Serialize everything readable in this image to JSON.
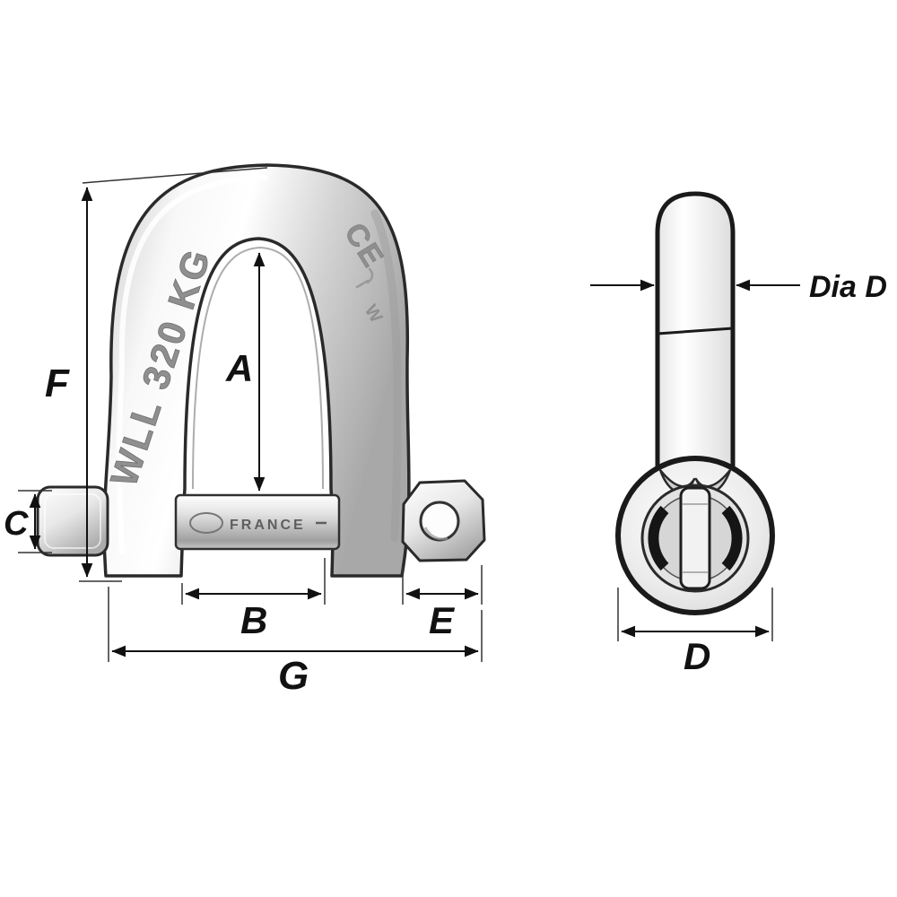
{
  "diagram": {
    "dimensions": {
      "A": "A",
      "B": "B",
      "C": "C",
      "D": "D",
      "E": "E",
      "F": "F",
      "G": "G",
      "dia_d": "Dia D"
    },
    "markings": {
      "wll": "WLL 320 KG",
      "ce": "CE",
      "w_mark": "W",
      "pin_brand": "FRANCE"
    },
    "colors": {
      "background": "#ffffff",
      "line": "#1a1a1a",
      "label": "#111111",
      "metal_light": "#f8f8f8",
      "metal_dark": "#a8a8a8"
    }
  }
}
